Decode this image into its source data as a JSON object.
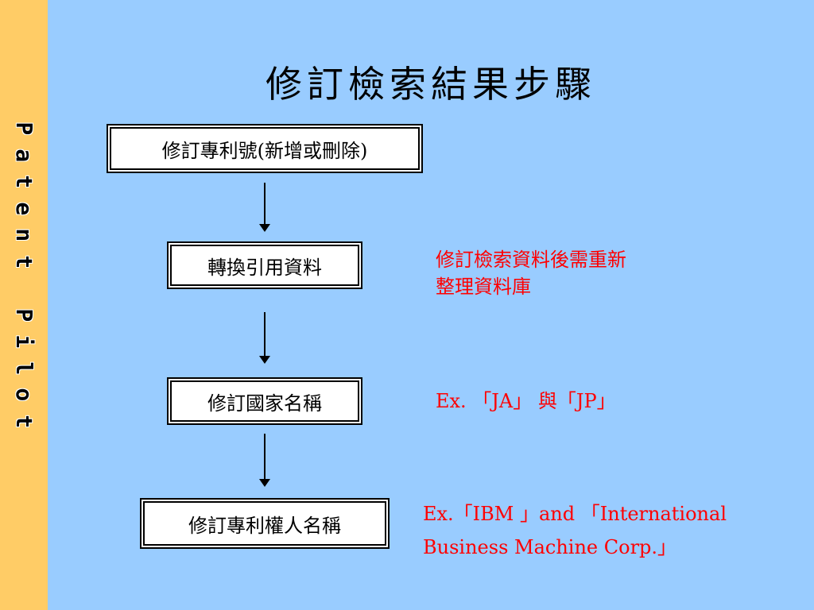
{
  "sidebar": {
    "chars": [
      "P",
      "a",
      "t",
      "e",
      "n",
      "t",
      " ",
      "P",
      "i",
      "l",
      "o",
      "t"
    ]
  },
  "title": "修訂檢索結果步驟",
  "steps": [
    {
      "label": "修訂專利號(新增或刪除)"
    },
    {
      "label": "轉換引用資料"
    },
    {
      "label": "修訂國家名稱"
    },
    {
      "label": "修訂專利權人名稱"
    }
  ],
  "notes": {
    "n1": {
      "line1": "修訂檢索資料後需重新",
      "line2": "整理資料庫"
    },
    "n2": {
      "line1": "Ex. 「JA」 與「JP」"
    },
    "n3": {
      "line1": "Ex.「IBM 」and 「International",
      "line2": "Business Machine Corp.」"
    }
  },
  "colors": {
    "background": "#99CCFF",
    "sidebar": "#FFCC66",
    "note": "#FF0000",
    "box": "#FFFFFF"
  }
}
